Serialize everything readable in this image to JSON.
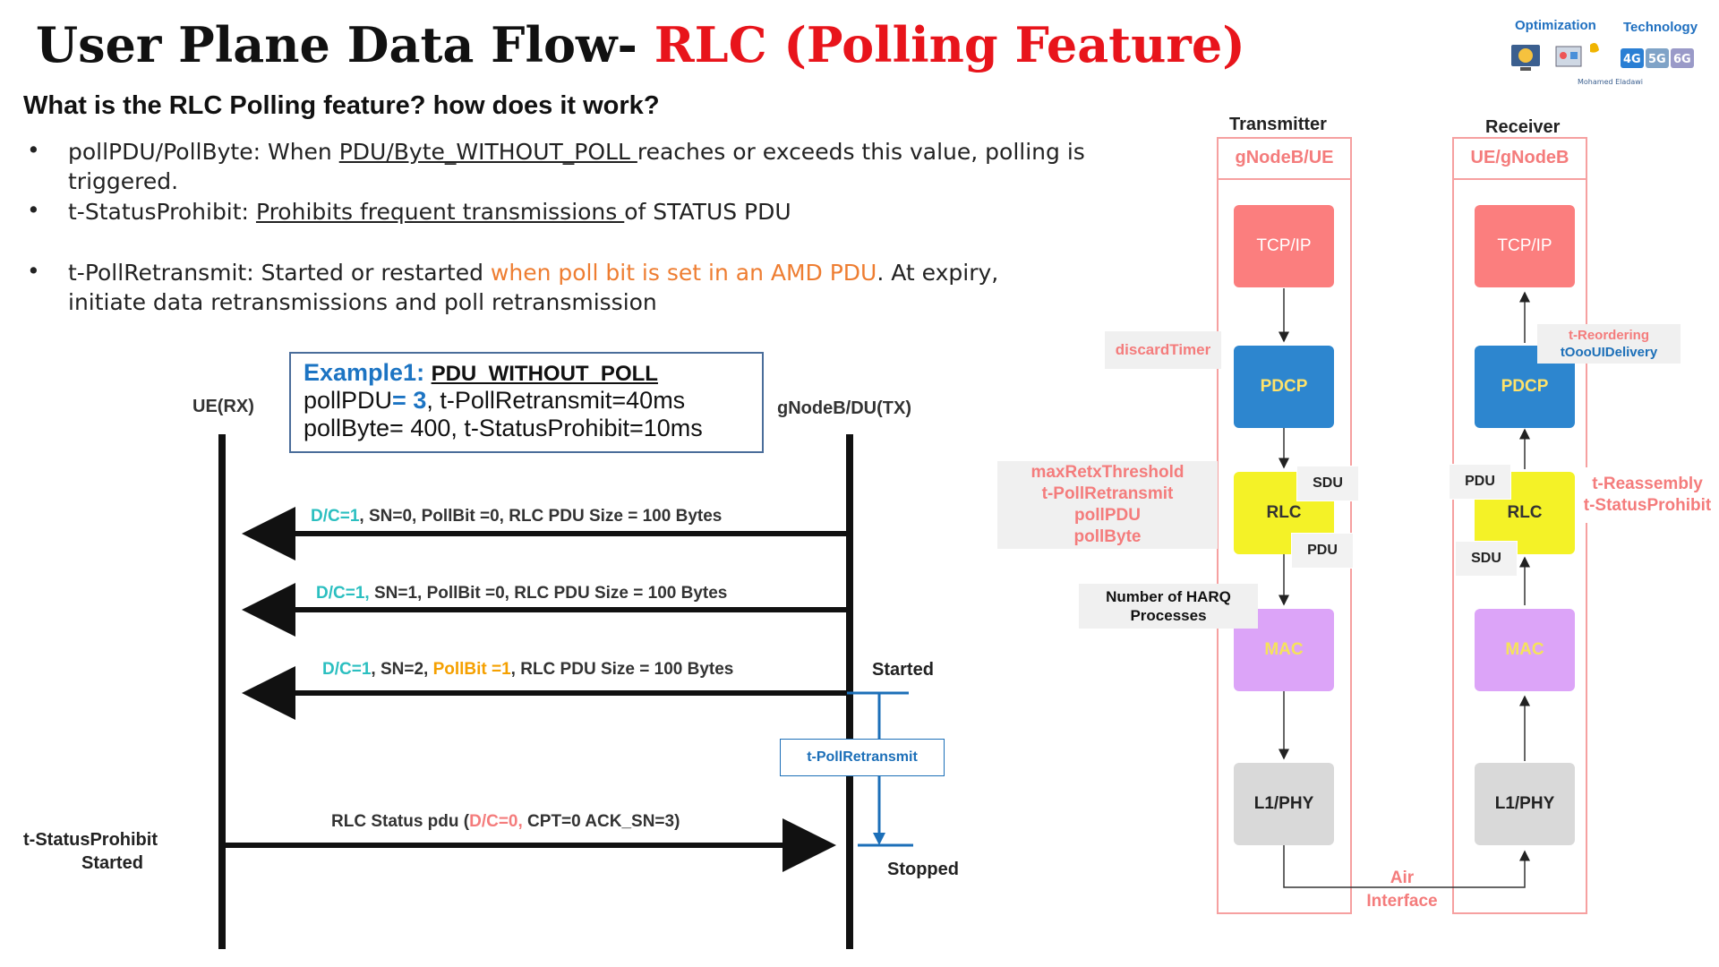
{
  "title": {
    "main": "User Plane Data Flow- ",
    "highlight": "RLC (Polling Feature)"
  },
  "logo": {
    "left": "Optimization",
    "right": "Technology",
    "author": "Mohamed Eladawi",
    "badges": [
      "4G",
      "5G",
      "6G"
    ]
  },
  "question": "What is the RLC Polling feature? how does it work?",
  "bullets": [
    {
      "term": "pollPDU/PollByte",
      "sep": ":  When ",
      "link": "PDU/Byte_WITHOUT_POLL ",
      "rest": "reaches or exceeds this value, polling is triggered."
    },
    {
      "term": "t-StatusProhibit:",
      "sep": " ",
      "link": "Prohibits frequent transmissions ",
      "rest": "of STATUS PDU"
    },
    {
      "term": "t-PollRetransmit:",
      "sep": " Started or restarted ",
      "link": "when poll bit is set in an AMD PDU",
      "rest": ".  At expiry, initiate data retransmissions and poll retransmission"
    }
  ],
  "example": {
    "label": "Example1:",
    "name": "PDU_WITHOUT_POLL",
    "line1a": "pollPDU",
    "line1b": "= 3",
    "line1c": ",      t-PollRetransmit=40ms",
    "line2": "pollByte= 400,  t-StatusProhibit=10ms"
  },
  "sequence": {
    "left_entity": "UE(RX)",
    "right_entity": "gNodeB/DU(TX)",
    "messages": [
      {
        "dc": "D/C=1",
        "rest": ", SN=0, PollBit =0, RLC PDU Size = 100 Bytes"
      },
      {
        "dc": "D/C=1,",
        "rest": " SN=1, PollBit =0, RLC PDU Size = 100 Bytes"
      },
      {
        "dc": "D/C=1",
        "mid": ", SN=2, ",
        "poll": "PollBit =1",
        "rest": ", RLC PDU Size = 100 Bytes"
      },
      {
        "pre": "RLC Status pdu  (",
        "dc": "D/C=0,",
        "rest": " CPT=0 ACK_SN=3)"
      }
    ],
    "started": "Started",
    "stopped": "Stopped",
    "timer": "t-PollRetransmit",
    "status_prohibit": [
      "t-StatusProhibit",
      "Started"
    ]
  },
  "stack": {
    "tx": {
      "role": "Transmitter",
      "node": "gNodeB/UE"
    },
    "rx": {
      "role": "Receiver",
      "node": "UE/gNodeB"
    },
    "layers": [
      "TCP/IP",
      "PDCP",
      "RLC",
      "MAC",
      "L1/PHY"
    ],
    "tx_params": {
      "discard": "discardTimer",
      "rlc": [
        "maxRetxThreshold",
        "t-PollRetransmit",
        "pollPDU",
        "pollByte"
      ],
      "harq": [
        "Number of HARQ",
        "Processes"
      ]
    },
    "rx_params": {
      "pdcp": [
        "t-Reordering",
        "tOooUIDelivery"
      ],
      "rlc": [
        "t-Reassembly",
        "t-StatusProhibit"
      ]
    },
    "tags": {
      "sdu": "SDU",
      "pdu": "PDU"
    },
    "air": [
      "Air",
      "Interface"
    ]
  }
}
